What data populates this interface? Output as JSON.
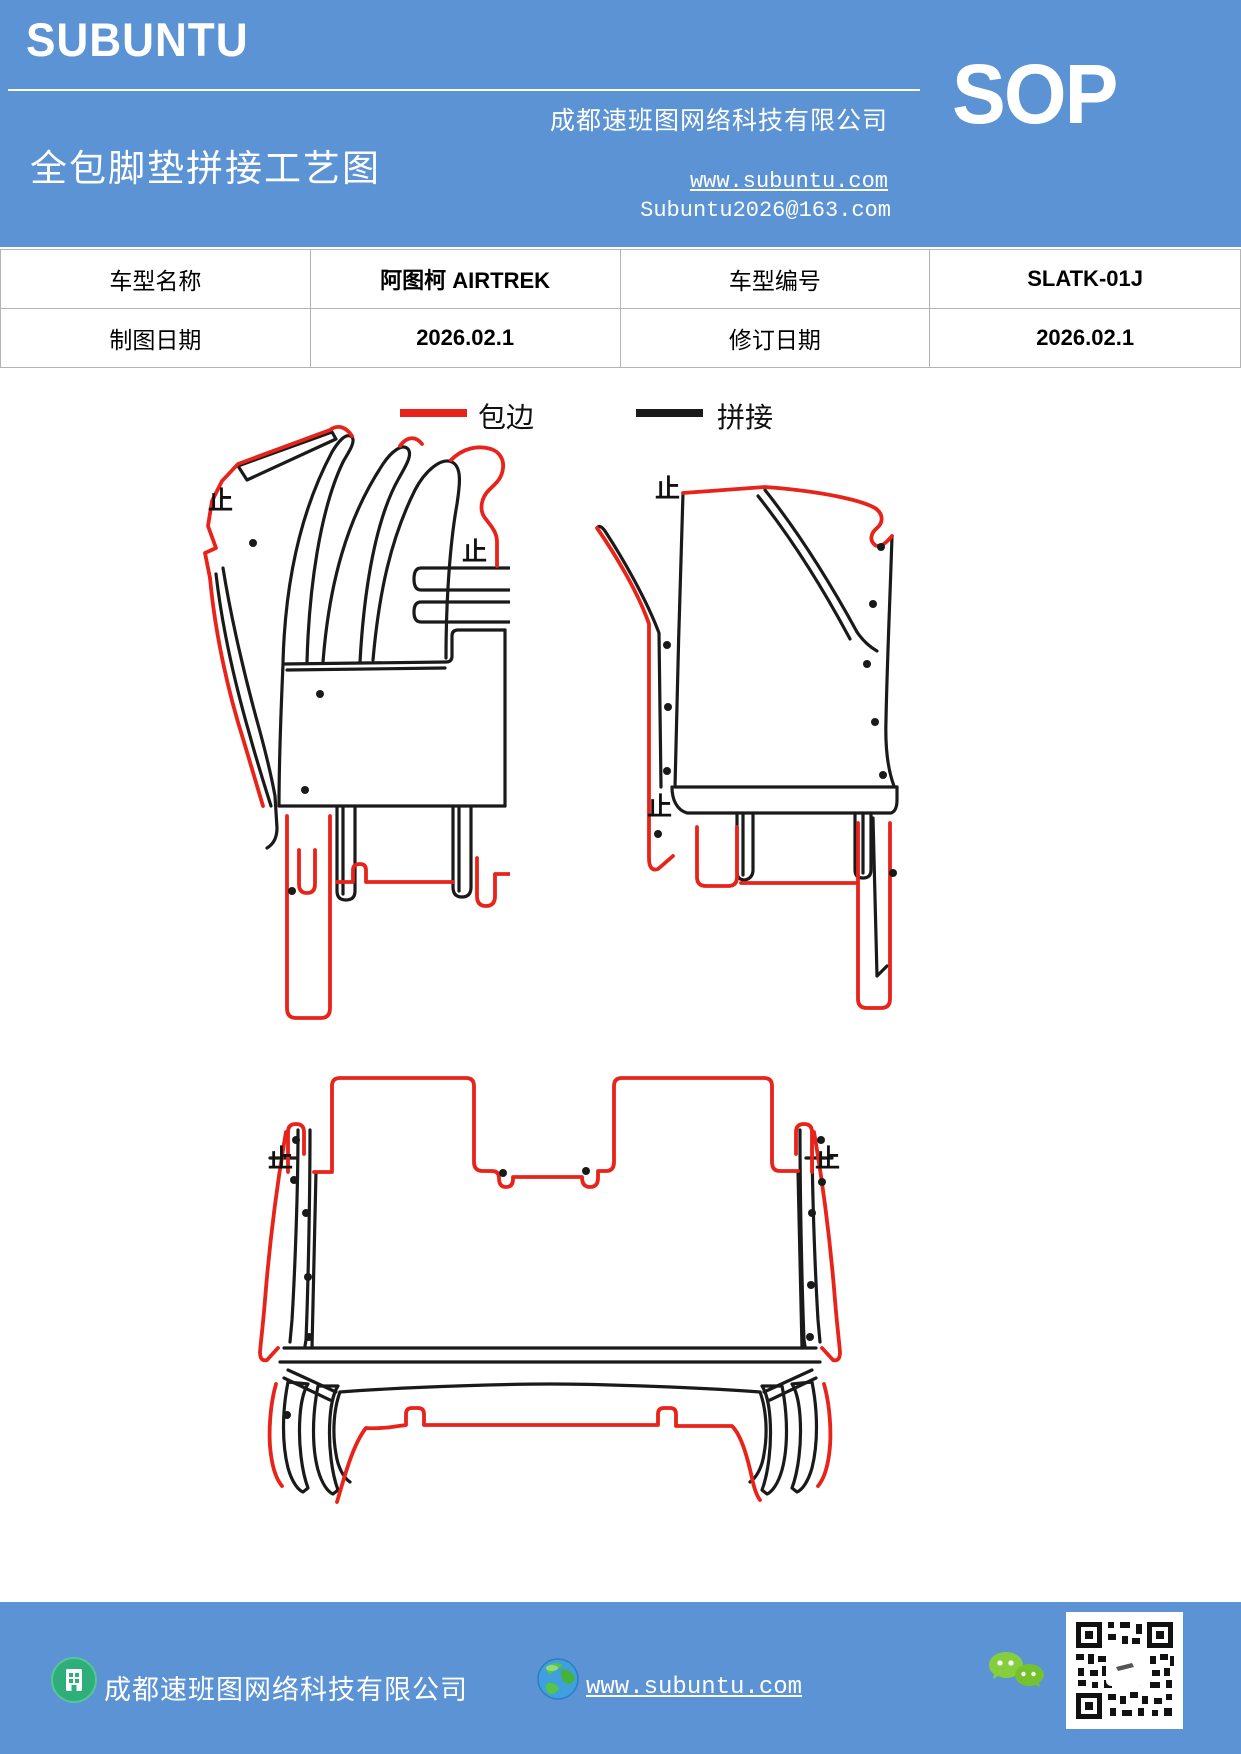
{
  "colors": {
    "header_bg": "#5b93d4",
    "footer_bg": "#5b93d4",
    "binding_red": "#e8231a",
    "splice_black": "#1a1a1a",
    "table_border": "#b3b3b3",
    "wechat_green": "#85cf3f",
    "globe_blue": "#3f9fdf",
    "building_green": "#2eae79"
  },
  "header": {
    "brand": "SUBUNTU",
    "title": "全包脚垫拼接工艺图",
    "company": "成都速班图网络科技有限公司",
    "doc_type": "SOP",
    "website": "www.subuntu.com",
    "email": "Subuntu2026@163.com"
  },
  "info_table": {
    "row1": {
      "label1": "车型名称",
      "value1": "阿图柯 AIRTREK",
      "label2": "车型编号",
      "value2": "SLATK-01J"
    },
    "row2": {
      "label1": "制图日期",
      "value1": "2026.02.1",
      "label2": "修订日期",
      "value2": "2026.02.1"
    }
  },
  "legend": {
    "binding": {
      "label": "包边",
      "color": "#e8231a"
    },
    "splice": {
      "label": "拼接",
      "color": "#1a1a1a"
    }
  },
  "diagram": {
    "stop_label": "止",
    "mats": [
      "front-left-mat",
      "front-right-mat",
      "rear-mat"
    ]
  },
  "footer": {
    "company": "成都速班图网络科技有限公司",
    "website": "www.subuntu.com"
  }
}
